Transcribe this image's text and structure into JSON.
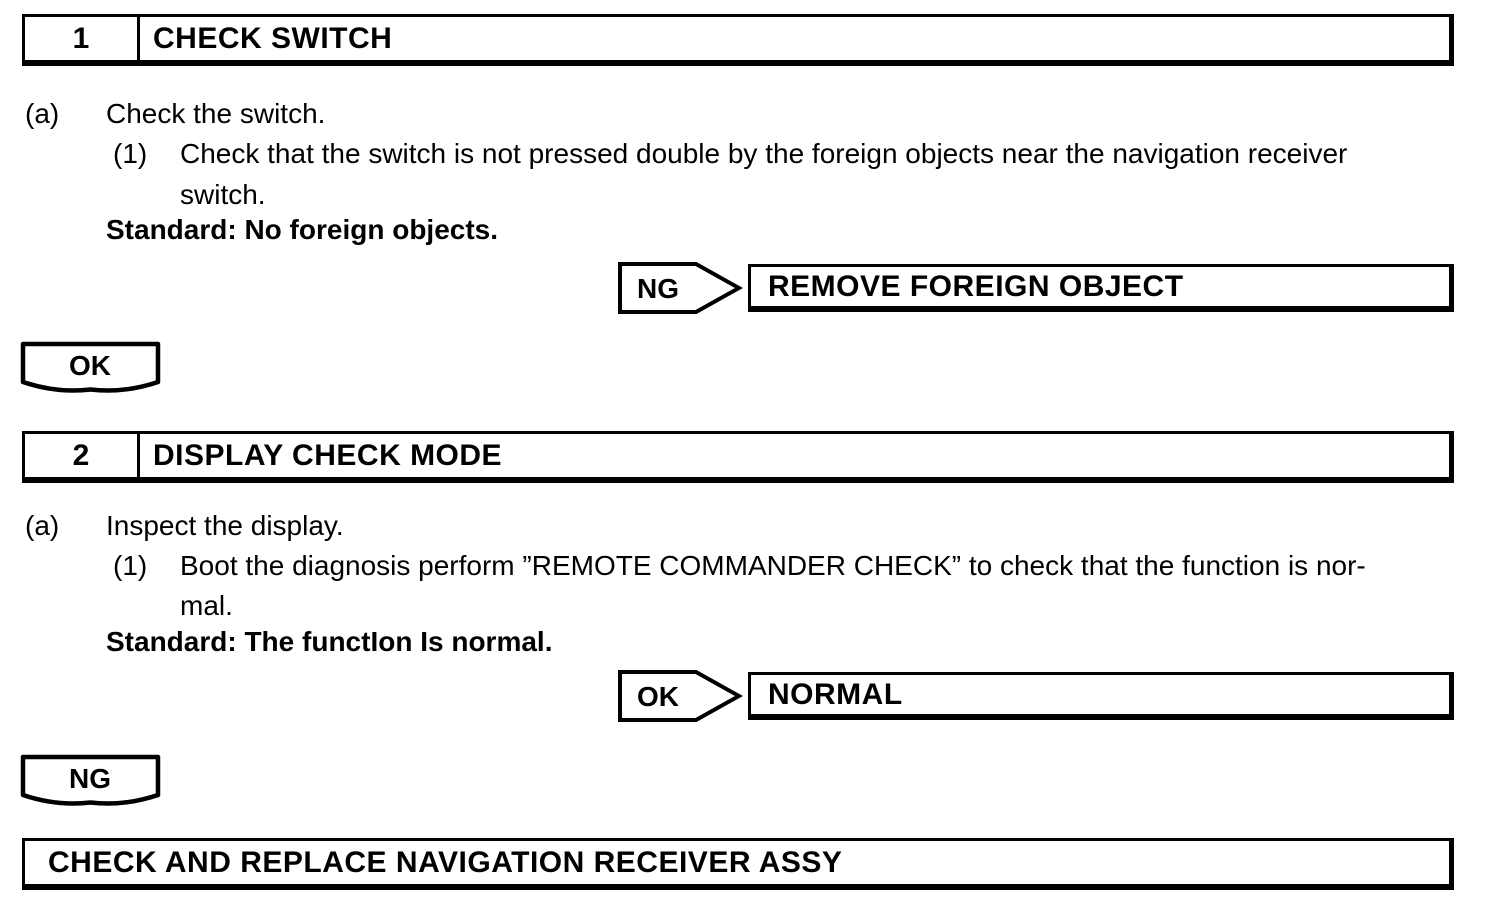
{
  "page": {
    "background_color": "#ffffff",
    "text_color": "#000000"
  },
  "steps": [
    {
      "number": "1",
      "title": "CHECK SWITCH",
      "instruction_label": "(a)",
      "instruction": "Check the switch.",
      "substep_label": "(1)",
      "substep_line1": "Check that the switch is not pressed double by the foreign objects near the navigation receiver",
      "substep_line2": "switch.",
      "standard": "Standard: No foreign objects.",
      "decision_label": "NG",
      "decision_result": "REMOVE FOREIGN OBJECT",
      "continue_label": "OK"
    },
    {
      "number": "2",
      "title": "DISPLAY CHECK MODE",
      "instruction_label": "(a)",
      "instruction": "Inspect the display.",
      "substep_label": "(1)",
      "substep_line1": "Boot the diagnosis perform ”REMOTE COMMANDER CHECK” to check that the function is nor-",
      "substep_line2": "mal.",
      "standard": "Standard: The functIon Is normal.",
      "decision_label": "OK",
      "decision_result": "NORMAL",
      "continue_label": "NG"
    }
  ],
  "final_action": "CHECK AND REPLACE NAVIGATION RECEIVER ASSY"
}
